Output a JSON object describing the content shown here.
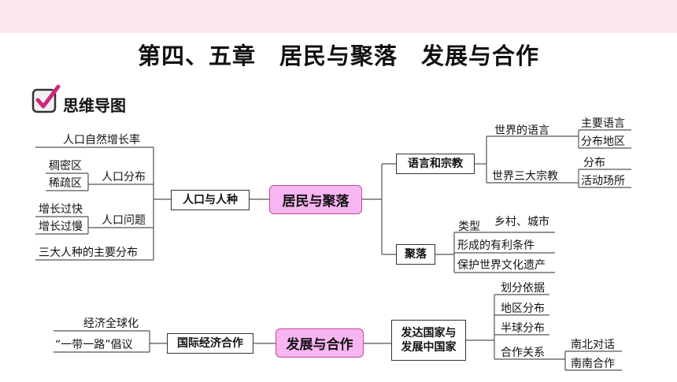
{
  "title": "第四、五章　居民与聚落　发展与合作",
  "section": "思维导图",
  "icons": {
    "check": "checkbox-check-icon"
  },
  "colors": {
    "band": "#fbe9ee",
    "center_fill": "#f7b5f2",
    "center_border": "#c04a9a",
    "check": "#d0297a"
  },
  "top": {
    "center": "居民与聚落",
    "left_branch": {
      "label": "人口与人种",
      "items": {
        "growth": "人口自然增长率",
        "distribution": {
          "label": "人口分布",
          "children": [
            "稠密区",
            "稀疏区"
          ]
        },
        "problems": {
          "label": "人口问题",
          "children": [
            "增长过快",
            "增长过慢"
          ]
        },
        "races": "三大人种的主要分布"
      }
    },
    "right_branch_language": {
      "label": "语言和宗教",
      "languages": {
        "label": "世界的语言",
        "children": [
          "主要语言",
          "分布地区"
        ]
      },
      "religions": {
        "label": "世界三大宗教",
        "children": [
          "分布",
          "活动场所"
        ]
      }
    },
    "right_branch_settlement": {
      "label": "聚落",
      "type": {
        "label": "类型",
        "child": "乡村、城市"
      },
      "conditions": "形成的有利条件",
      "heritage": "保护世界文化遗产"
    }
  },
  "bottom": {
    "center": "发展与合作",
    "left_branch": {
      "label": "国际经济合作",
      "items": [
        "经济全球化",
        "“一带一路”倡议"
      ]
    },
    "right_branch": {
      "label": "发达国家与\n发展中国家",
      "items": [
        "划分依据",
        "地区分布",
        "半球分布"
      ],
      "cooperation": {
        "label": "合作关系",
        "children": [
          "南北对话",
          "南南合作"
        ]
      }
    }
  }
}
